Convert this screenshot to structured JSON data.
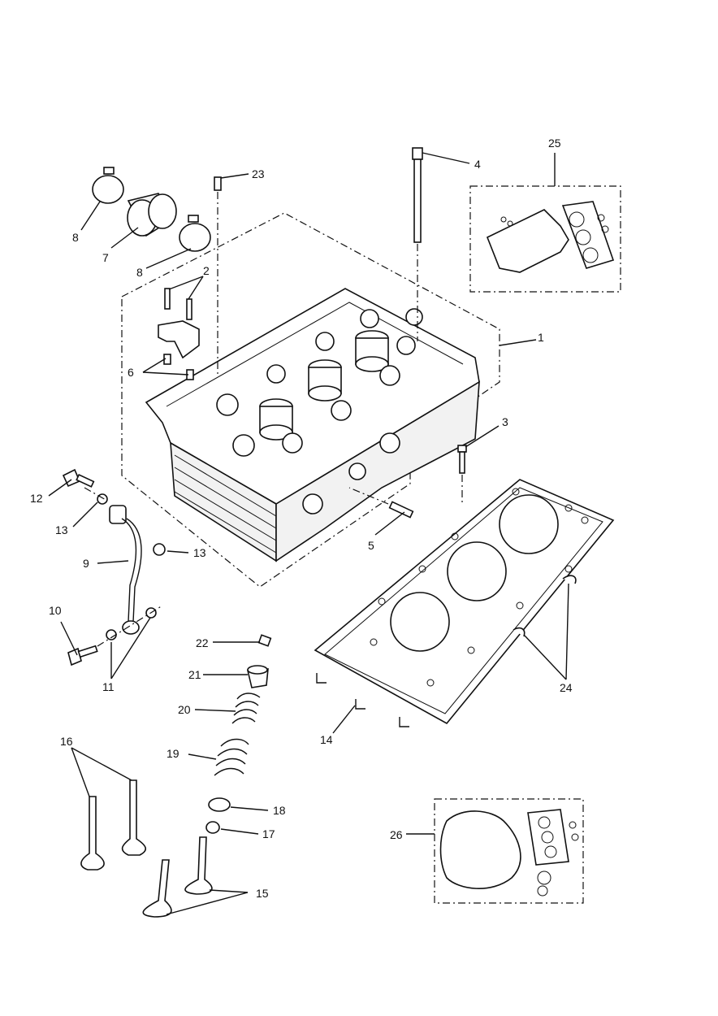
{
  "diagram": {
    "callouts": [
      {
        "id": "1",
        "text": "1"
      },
      {
        "id": "2",
        "text": "2"
      },
      {
        "id": "3",
        "text": "3"
      },
      {
        "id": "4",
        "text": "4"
      },
      {
        "id": "5",
        "text": "5"
      },
      {
        "id": "6",
        "text": "6"
      },
      {
        "id": "7",
        "text": "7"
      },
      {
        "id": "8a",
        "text": "8"
      },
      {
        "id": "8b",
        "text": "8"
      },
      {
        "id": "9",
        "text": "9"
      },
      {
        "id": "10",
        "text": "10"
      },
      {
        "id": "11",
        "text": "11"
      },
      {
        "id": "12",
        "text": "12"
      },
      {
        "id": "13a",
        "text": "13"
      },
      {
        "id": "13b",
        "text": "13"
      },
      {
        "id": "14",
        "text": "14"
      },
      {
        "id": "15",
        "text": "15"
      },
      {
        "id": "16",
        "text": "16"
      },
      {
        "id": "17",
        "text": "17"
      },
      {
        "id": "18",
        "text": "18"
      },
      {
        "id": "19",
        "text": "19"
      },
      {
        "id": "20",
        "text": "20"
      },
      {
        "id": "21",
        "text": "21"
      },
      {
        "id": "22",
        "text": "22"
      },
      {
        "id": "23",
        "text": "23"
      },
      {
        "id": "24",
        "text": "24"
      },
      {
        "id": "25",
        "text": "25"
      },
      {
        "id": "26",
        "text": "26"
      }
    ]
  }
}
